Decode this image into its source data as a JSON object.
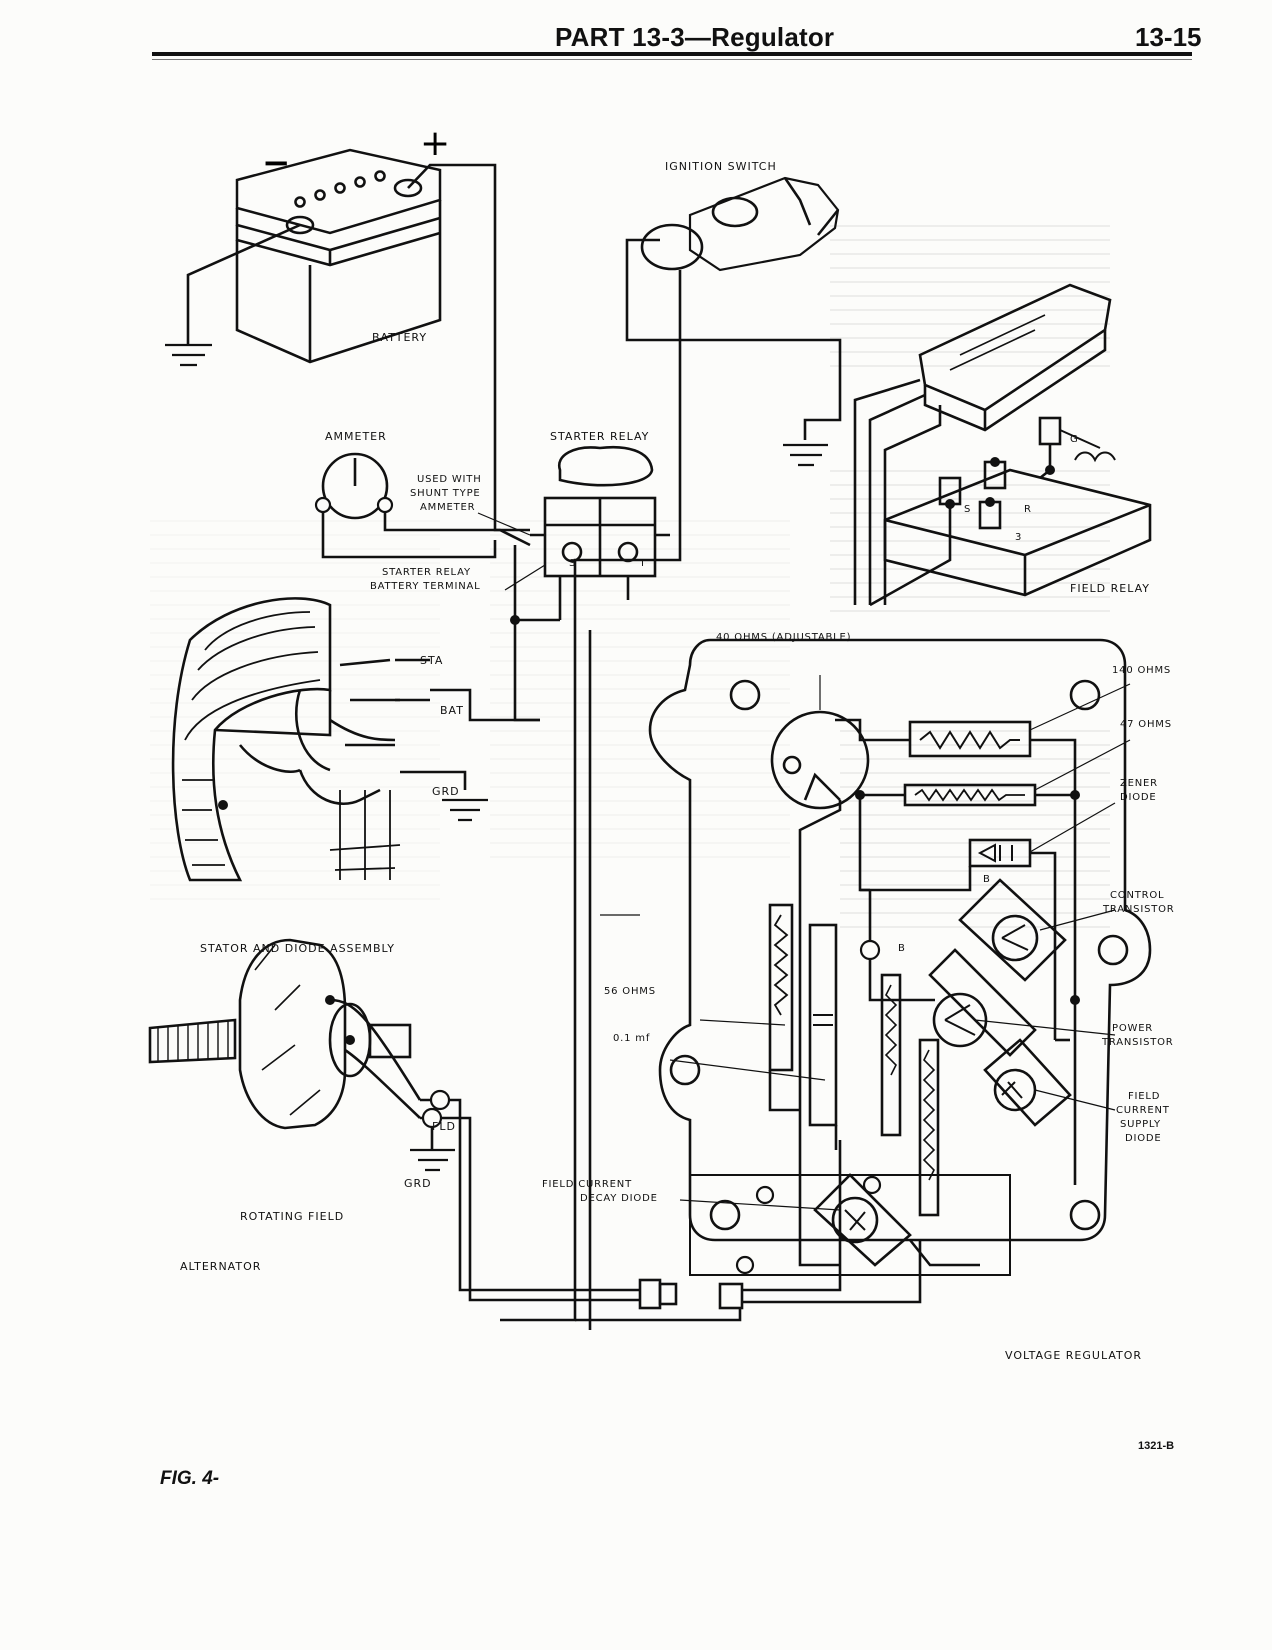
{
  "header": {
    "title": "PART 13-3—Regulator",
    "page_number": "13-15"
  },
  "labels": {
    "ignition_switch": "IGNITION SWITCH",
    "battery": "BATTERY",
    "battery_minus": "−",
    "battery_plus": "+",
    "ammeter": "AMMETER",
    "shunt_note_1": "USED WITH",
    "shunt_note_2": "SHUNT TYPE",
    "shunt_note_3": "AMMETER",
    "starter_relay": "STARTER RELAY",
    "starter_relay_batt_1": "STARTER RELAY",
    "starter_relay_batt_2": "BATTERY TERMINAL",
    "relay_s": "S",
    "relay_i": "I",
    "field_relay": "FIELD RELAY",
    "field_relay_s": "S",
    "field_relay_r": "R",
    "field_relay_3": "3",
    "field_relay_g": "G",
    "sta": "STA",
    "bat": "BAT",
    "grd": "GRD",
    "stator": "STATOR AND DIODE ASSEMBLY",
    "fld": "FLD",
    "grd2": "GRD",
    "rotating_field": "ROTATING FIELD",
    "alternator": "ALTERNATOR",
    "ohms_40": "40 OHMS (ADJUSTABLE)",
    "ohms_140": "140 OHMS",
    "ohms_47": "47 OHMS",
    "zener_1": "ZENER",
    "zener_2": "DIODE",
    "control_1": "CONTROL",
    "control_2": "TRANSISTOR",
    "power_1": "POWER",
    "power_2": "TRANSISTOR",
    "field_supply_1": "FIELD",
    "field_supply_2": "CURRENT",
    "field_supply_3": "SUPPLY",
    "field_supply_4": "DIODE",
    "ohms_56": "56 OHMS",
    "cap": "0.1 mf",
    "decay_1": "FIELD CURRENT",
    "decay_2": "DECAY DIODE",
    "b1": "B",
    "b2": "B",
    "voltage_regulator": "VOLTAGE REGULATOR"
  },
  "figure": {
    "label": "FIG. 4-",
    "code": "1321-B"
  }
}
